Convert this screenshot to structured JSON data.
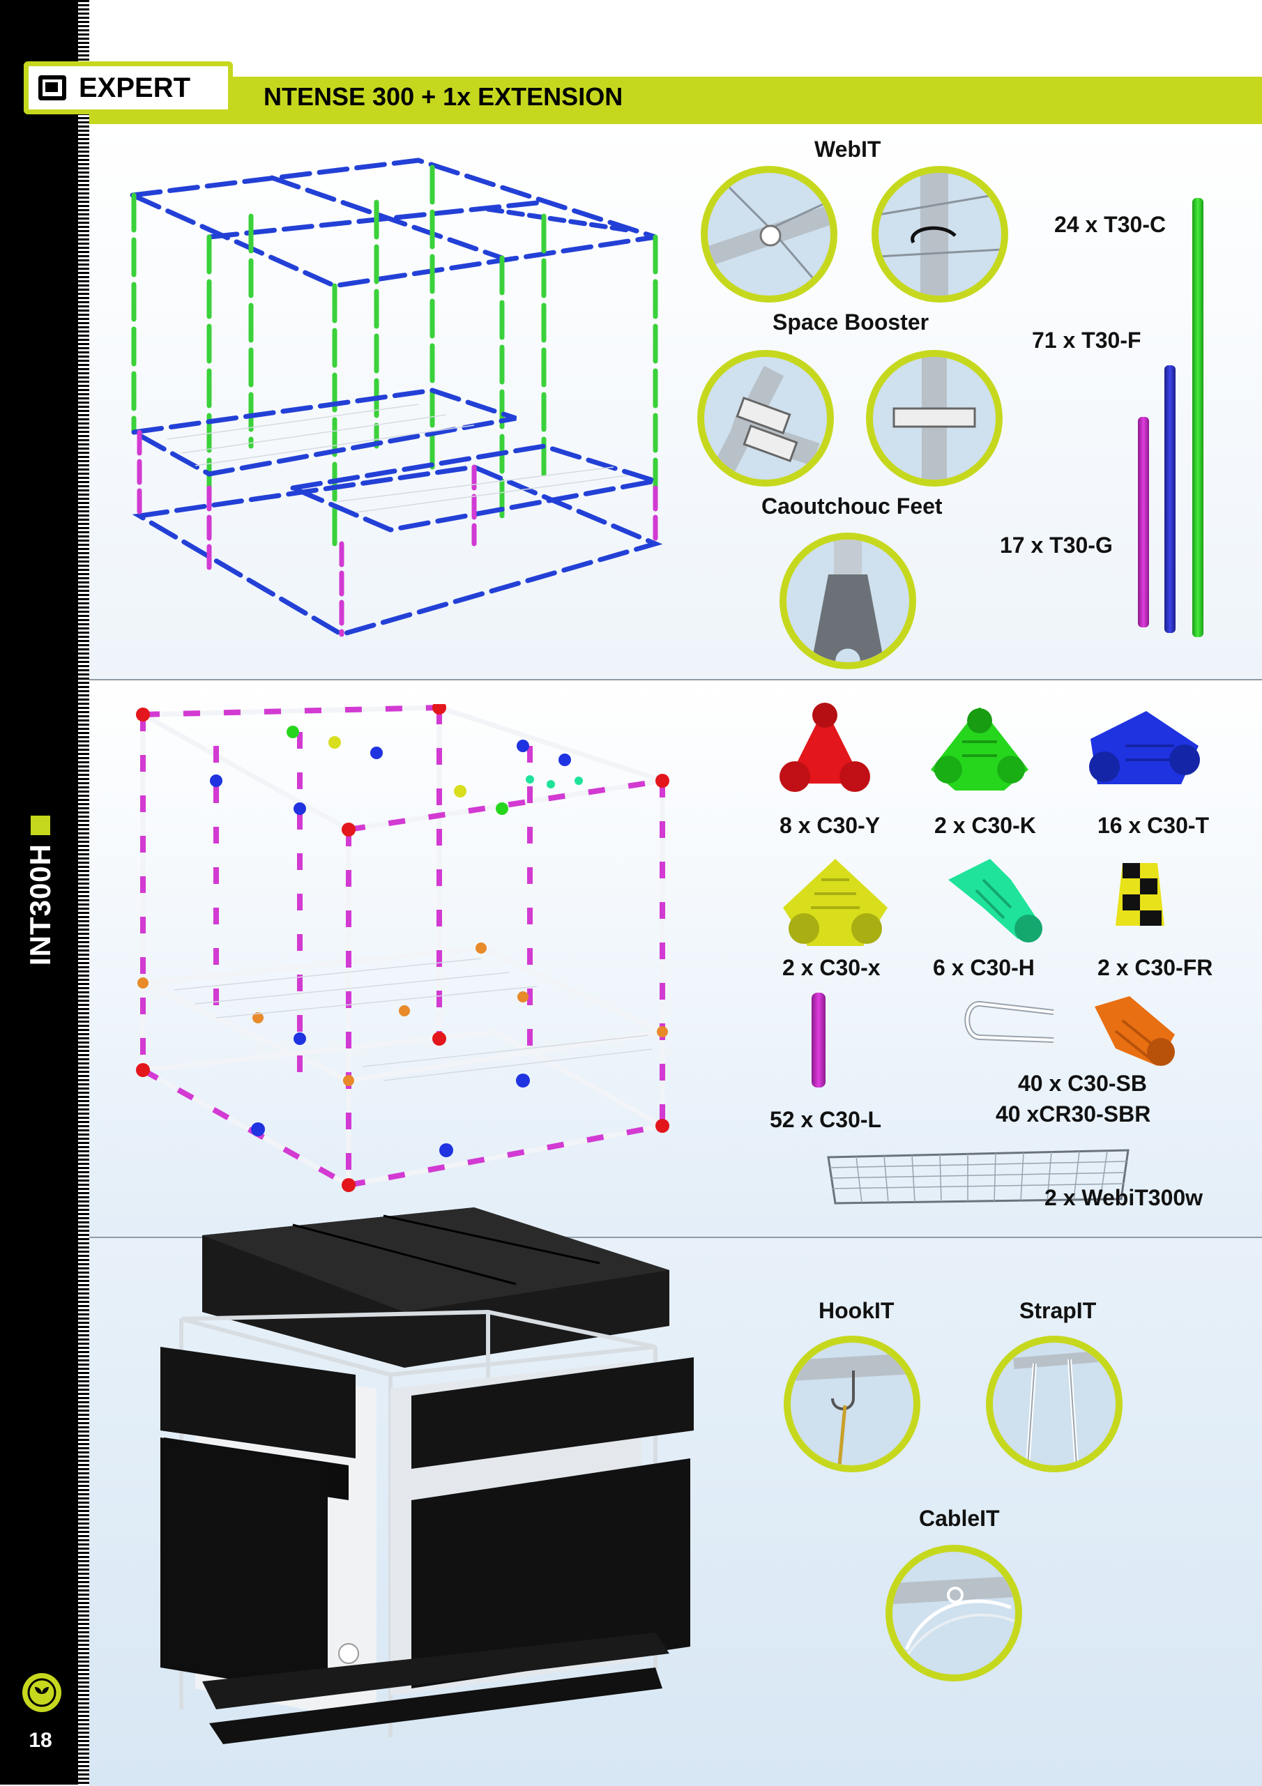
{
  "header": {
    "tab_label": "EXPERT",
    "title": "NTENSE 300 + 1x EXTENSION"
  },
  "side": {
    "model_code": "INT300H",
    "page_number": "18"
  },
  "section1": {
    "webit_title": "WebIT",
    "space_booster_title": "Space Booster",
    "feet_title": "Caoutchouc Feet",
    "poles": [
      {
        "label": "24 x T30-C",
        "color": "#2fd12a"
      },
      {
        "label": "71 x T30-F",
        "color": "#2a2fc8"
      },
      {
        "label": "17 x T30-G",
        "color": "#c832c8"
      }
    ]
  },
  "section2": {
    "parts": [
      {
        "label": "8 x C30-Y",
        "color": "#e3161b",
        "icon": "c30-y-connector-icon"
      },
      {
        "label": "2 x C30-K",
        "color": "#26d61d",
        "icon": "c30-k-connector-icon"
      },
      {
        "label": "16 x C30-T",
        "color": "#1f33e0",
        "icon": "c30-t-connector-icon"
      },
      {
        "label": "2 x C30-x",
        "color": "#d8de1c",
        "icon": "c30-x-connector-icon"
      },
      {
        "label": "6 x C30-H",
        "color": "#1fe39a",
        "icon": "c30-h-connector-icon"
      },
      {
        "label": "2 x C30-FR",
        "color": "#e8e21a",
        "icon": "c30-fr-connector-icon"
      },
      {
        "label": "52 x C30-L",
        "color": "#c832c8",
        "icon": "c30-l-sleeve-icon"
      },
      {
        "label": "40 x C30-SB",
        "color": "#ffffff",
        "icon": "c30-sb-clip-icon"
      },
      {
        "label": "40 xCR30-SBR",
        "color": "#e86f12",
        "icon": "cr30-sbr-holder-icon"
      },
      {
        "label": "2 x WebiT300w",
        "color": "#9aa3ad",
        "icon": "webit-net-icon"
      }
    ]
  },
  "section3": {
    "hookit_title": "HookIT",
    "strapit_title": "StrapIT",
    "cableit_title": "CableIT"
  },
  "colors": {
    "accent": "#c6d81e",
    "frame_blue": "#2340d6",
    "frame_green": "#3ad13a",
    "frame_magenta": "#d23ad2"
  }
}
